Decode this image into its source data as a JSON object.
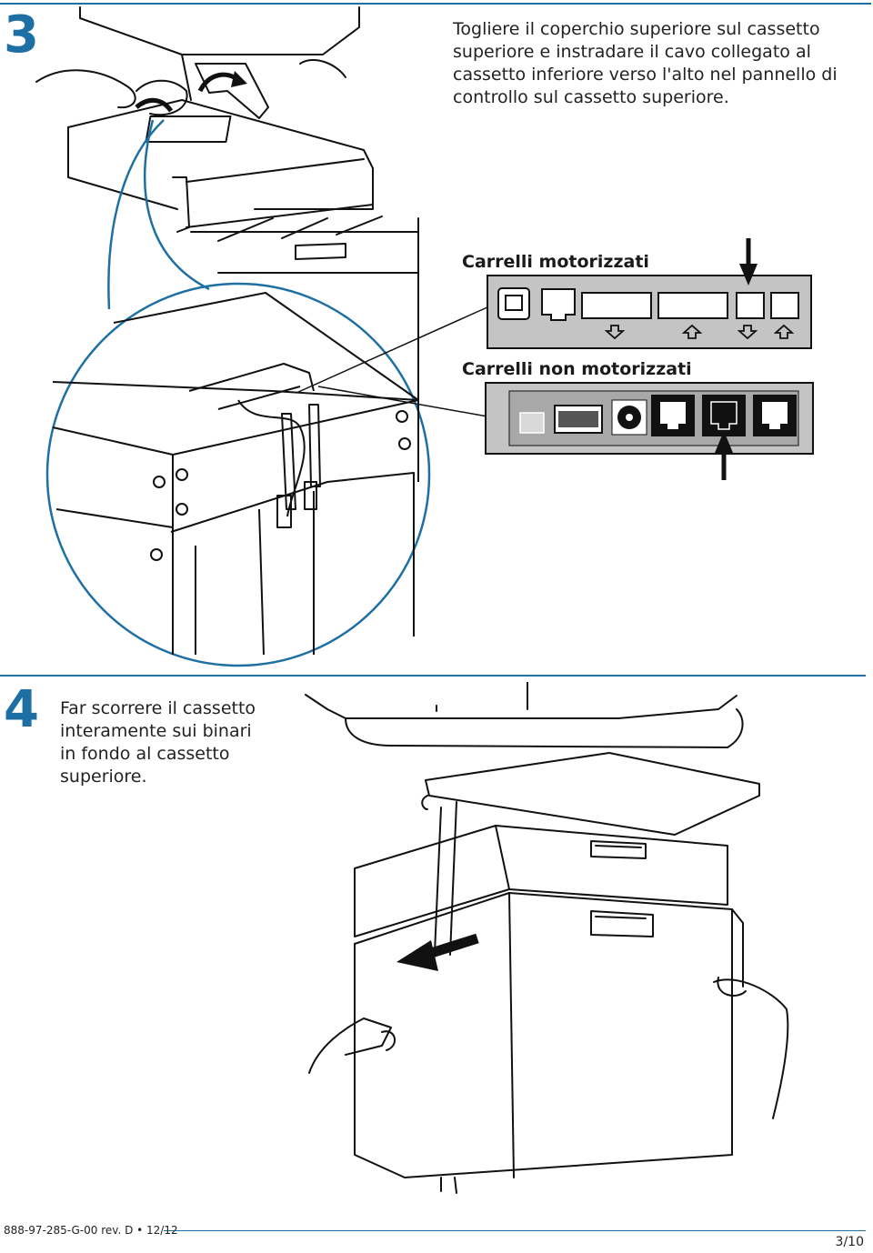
{
  "step3": {
    "number": "3",
    "text": "Togliere il coperchio superiore sul cassetto superiore e instradare il cavo collegato al cassetto inferiore verso l'alto nel pannello di controllo sul cassetto superiore.",
    "label_motorized": "Carrelli motorizzati",
    "label_non_motorized": "Carrelli non motorizzati"
  },
  "step4": {
    "number": "4",
    "text": "Far scorrere il cassetto interamente sui binari in fondo al cassetto superiore."
  },
  "footer": {
    "doc_code": "888-97-285-G-00 rev. D • 12/12",
    "page": "3/10"
  },
  "colors": {
    "accent": "#1e6fa3",
    "panel_gray": "#b8b8b8"
  }
}
